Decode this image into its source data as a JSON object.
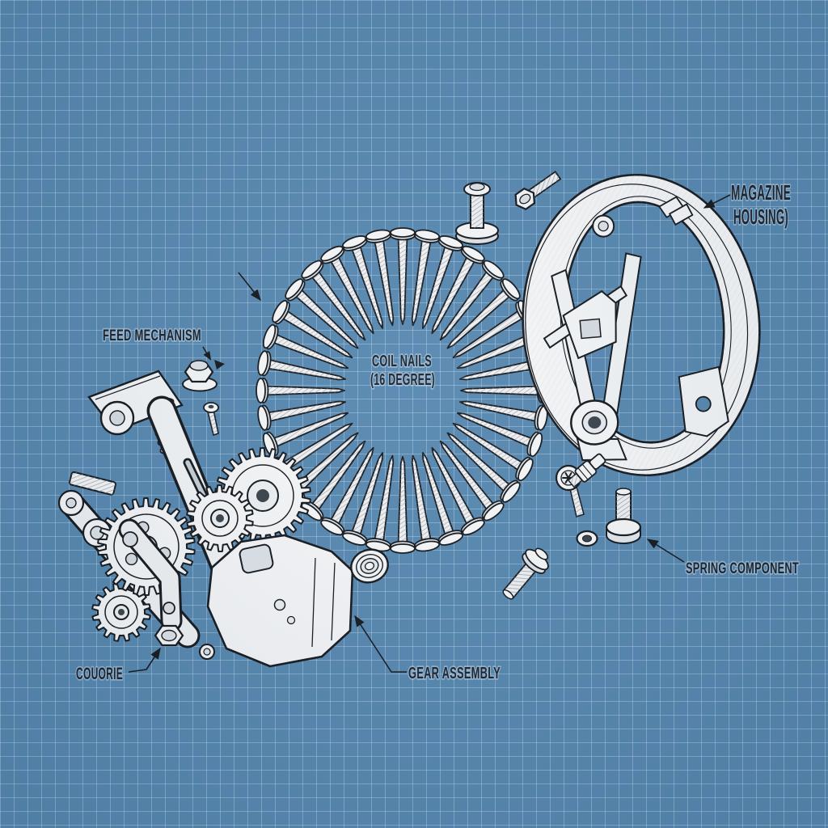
{
  "background": {
    "color": "#5687b0",
    "grid_color": "#7da4c7",
    "grid_size": 17
  },
  "palette": {
    "outline": "#14181d",
    "part_fill": "#f6f7f8",
    "part_shade": "#dde2e7",
    "part_dark": "#39414a",
    "label_color": "#1b212a",
    "thread_line": "#8d949b"
  },
  "labels": {
    "magazine_housing": {
      "line1": "MAGAZINE",
      "line2": "HOUSING)"
    },
    "feed_mechanism": {
      "text": "FEED MECHANISM"
    },
    "coil_nails": {
      "line1": "COIL NAILS",
      "line2": "(16 DEGREE)"
    },
    "spring_component": {
      "text": "SPRING COMPONENT"
    },
    "coupler": {
      "text": "COUORIE"
    },
    "gear_assembly": {
      "text": "GEAR ASSEMBLY"
    }
  },
  "coil": {
    "nail_count": 36
  },
  "parts": [
    "magazine-housing-ring",
    "coil-of-nails",
    "gear-assembly",
    "feed-mechanism-nut",
    "shoulder-screw",
    "hex-bolt",
    "cap-screw",
    "torx-screw",
    "step-pin",
    "washer",
    "flanged-screw",
    "flange-bolt",
    "grommet-roller",
    "coil-spring"
  ]
}
